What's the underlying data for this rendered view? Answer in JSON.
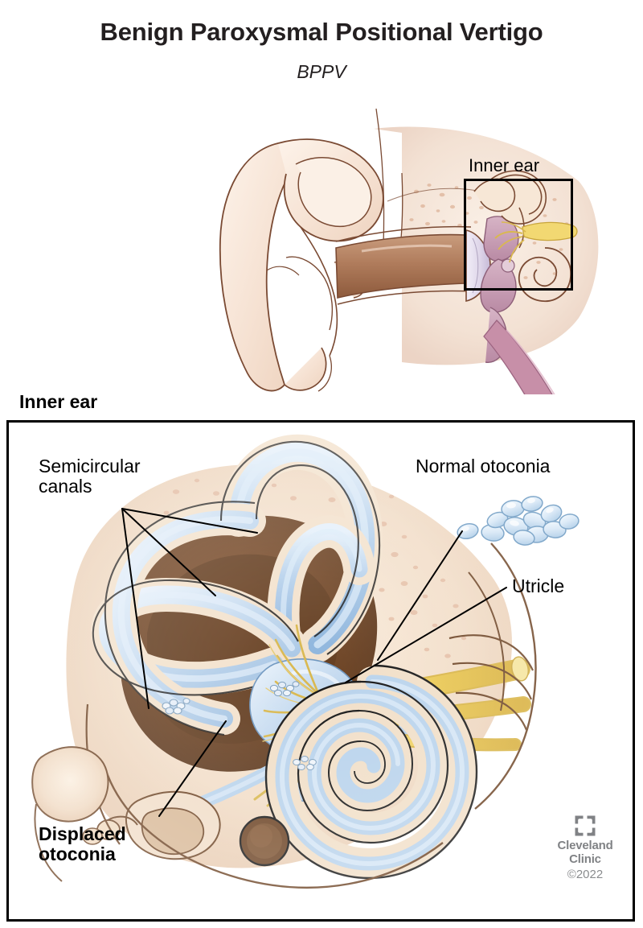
{
  "header": {
    "title": "Benign Paroxysmal Positional Vertigo",
    "subtitle": "BPPV"
  },
  "top_figure": {
    "callout_label": "Inner ear",
    "description": "Cross-section side view of the outer ear (pinna), ear canal, eardrum, middle ear ossicles and inner ear, with a black square outlining the inner ear region"
  },
  "panel": {
    "label": "Inner ear",
    "description": "Enlarged cut-away illustration of the inner ear labyrinth showing the three semicircular canals, the utricle, the cochlea and the vestibulocochlear nerve"
  },
  "annotations": [
    {
      "id": "semicircular",
      "text": "Semicircular\ncanals",
      "bold": false
    },
    {
      "id": "normal-otoconia",
      "text": "Normal otoconia",
      "bold": false
    },
    {
      "id": "utricle",
      "text": "Utricle",
      "bold": false
    },
    {
      "id": "displaced",
      "text": "Displaced\notoconia",
      "bold": true
    }
  ],
  "logo": {
    "mark": "cleveland-clinic-logo-icon",
    "brand_line1": "Cleveland",
    "brand_line2": "Clinic",
    "copyright": "©2022"
  },
  "colors": {
    "text": "#231f20",
    "rule": "#000000",
    "logo_gray": "#808285",
    "skin_light": "#f7e6da",
    "skin_mid": "#eccdb8",
    "outline_brown": "#6d3f28",
    "bone_tan": "#e8cfa9",
    "bone_speckle": "#dba88a",
    "canal_blue": "#aecbe8",
    "canal_blue_light": "#d7e7f6",
    "canal_cream": "#f3e4d2",
    "nerve_yellow": "#f0d264",
    "nerve_yellow_dark": "#c9a43a",
    "bone_dark": "#6b4326",
    "otoconia_fill": "#dbeaf7",
    "otoconia_stroke": "#7ea8cc",
    "mauve": "#c9a2b6",
    "eardrum": "#e3dced"
  }
}
